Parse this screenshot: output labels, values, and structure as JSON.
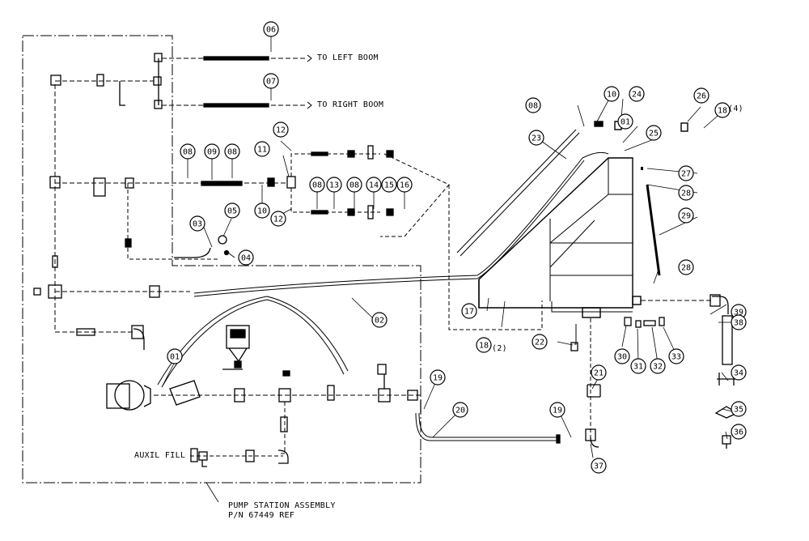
{
  "drawing": {
    "callouts": [
      "01",
      "02",
      "03",
      "04",
      "05",
      "06",
      "07",
      "08",
      "09",
      "10",
      "11",
      "12",
      "13",
      "14",
      "15",
      "16",
      "17",
      "18",
      "19",
      "20",
      "21",
      "22",
      "23",
      "24",
      "25",
      "26",
      "27",
      "28",
      "29",
      "30",
      "31",
      "32",
      "33",
      "34",
      "35",
      "36",
      "37",
      "38",
      "39"
    ],
    "qty_notes": {
      "eighteen_a": "(2)",
      "eighteen_b": "(4)"
    },
    "labels": {
      "left_boom": "TO LEFT BOOM",
      "right_boom": "TO RIGHT BOOM",
      "auxil_fill": "AUXIL FILL",
      "assembly_line1": "PUMP STATION ASSEMBLY",
      "assembly_line2": "P/N 67449 REF"
    }
  }
}
